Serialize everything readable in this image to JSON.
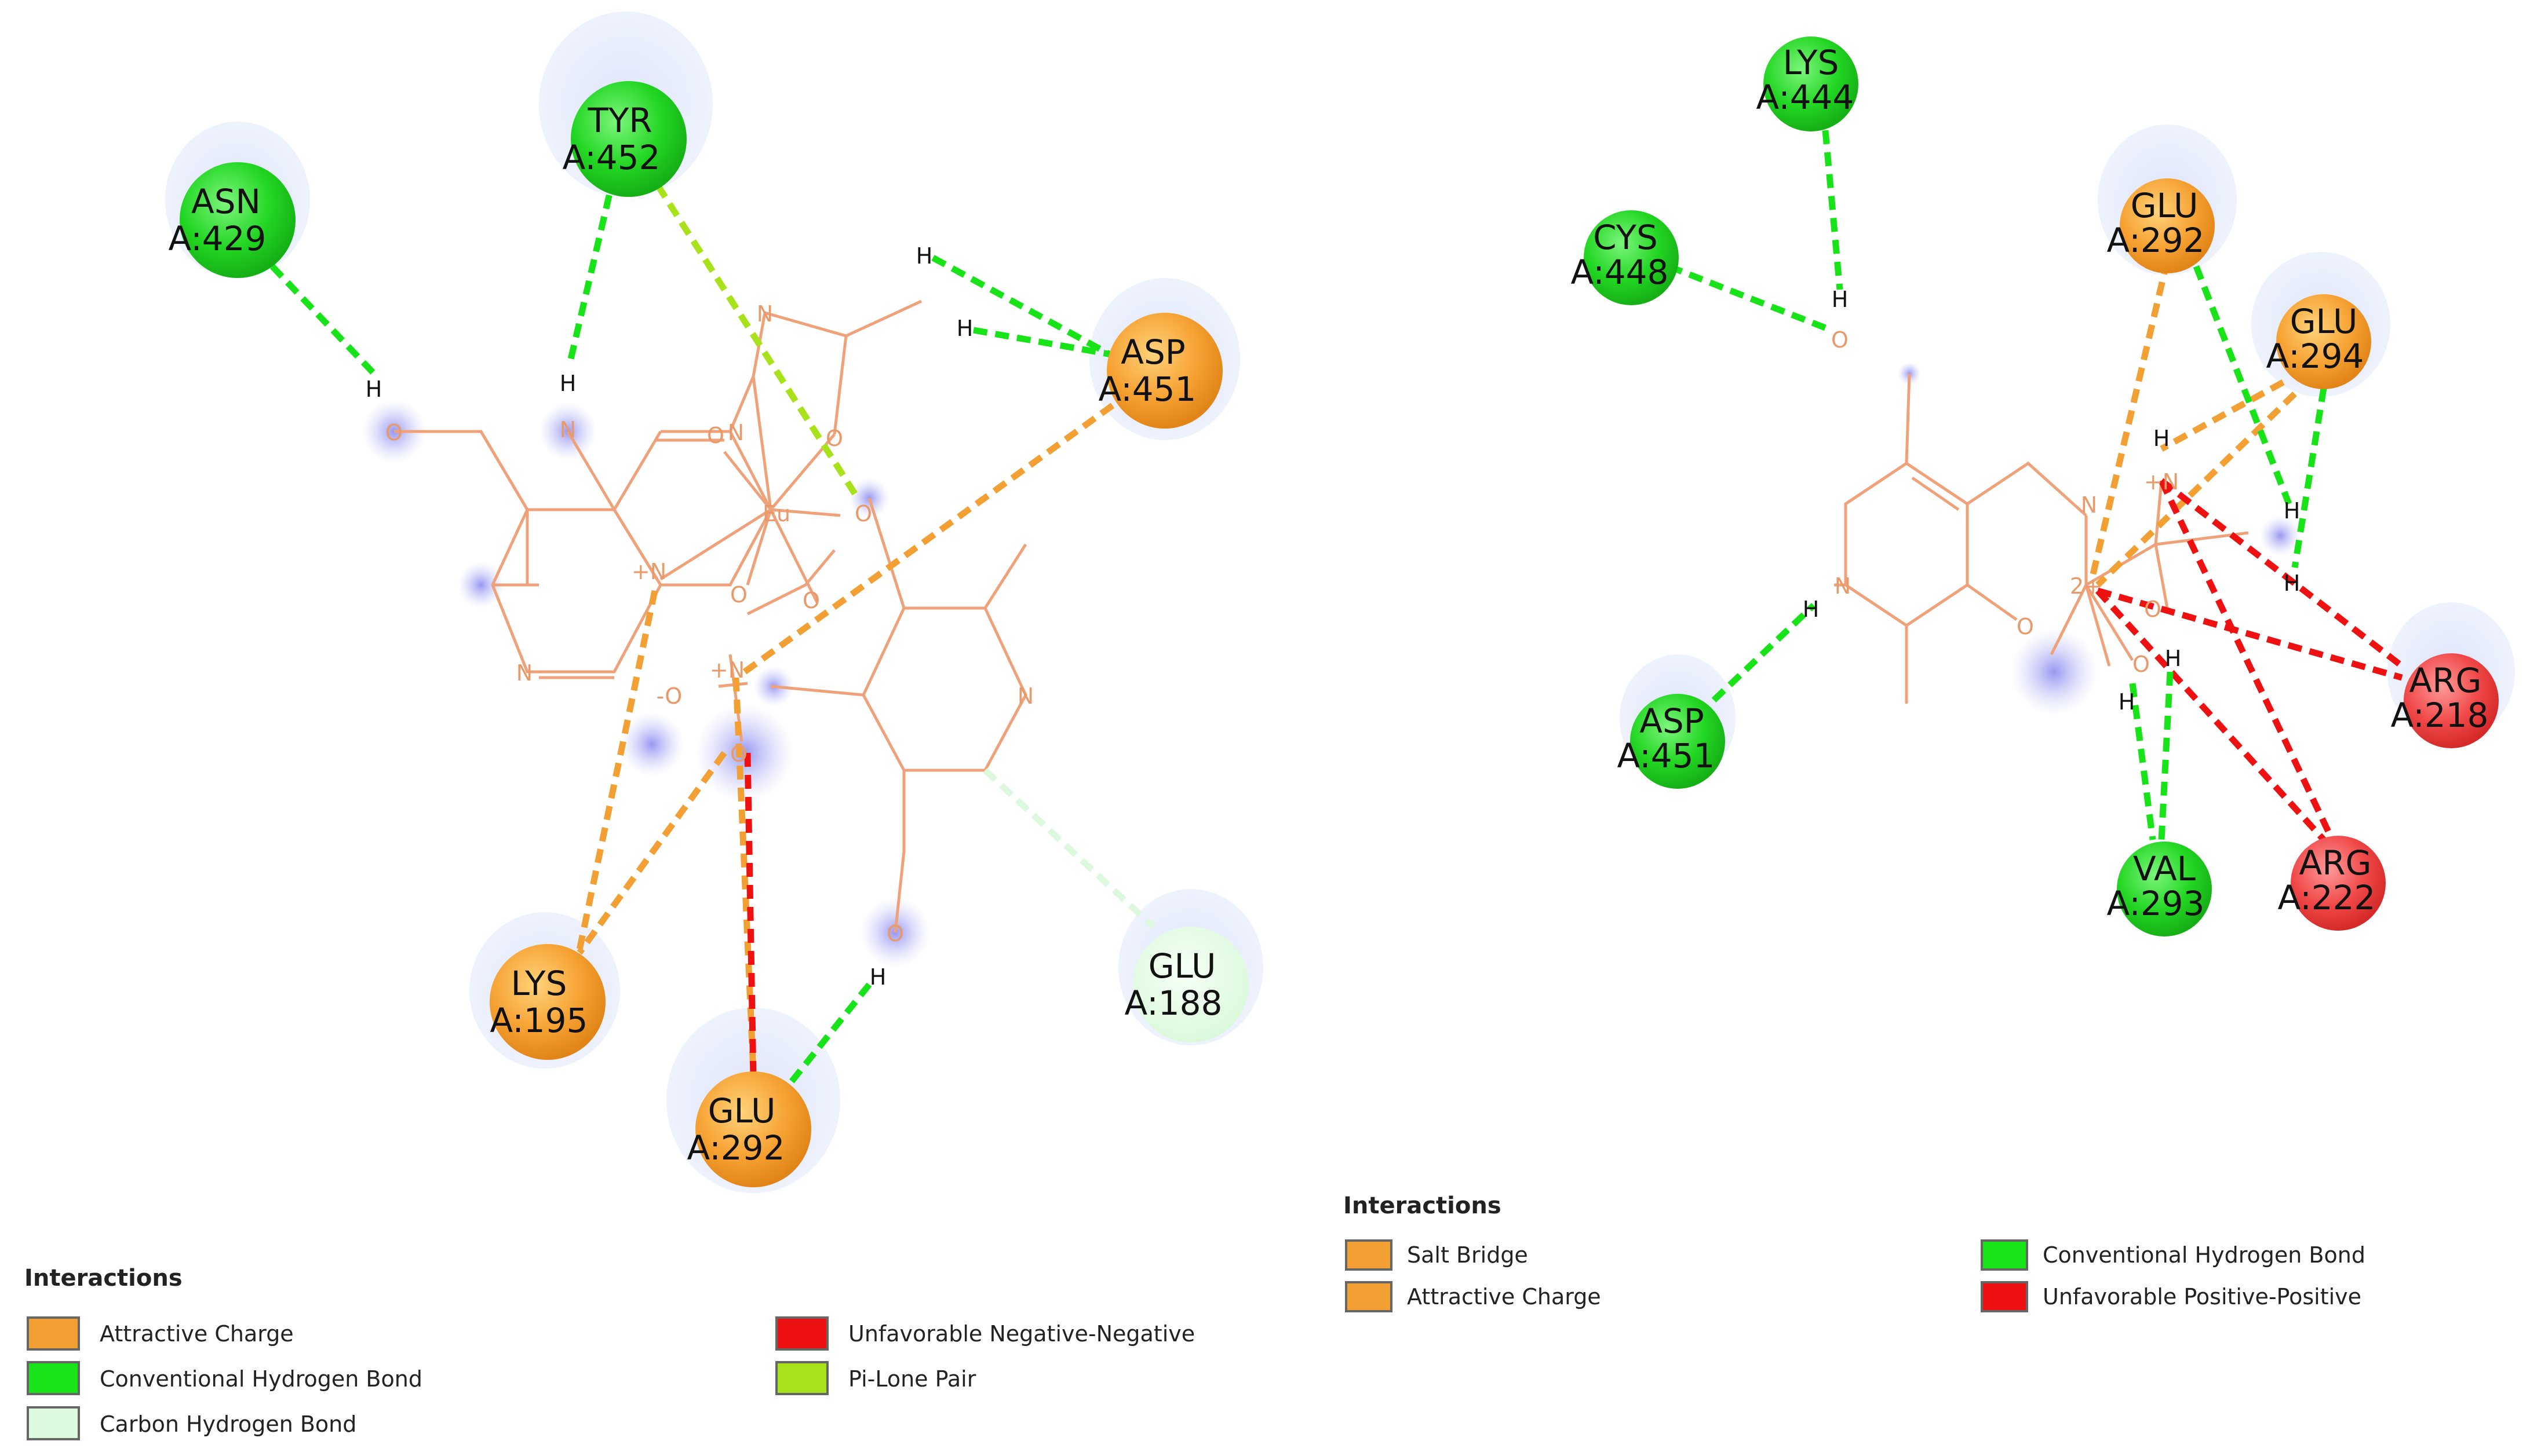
{
  "colors": {
    "attractive_charge": "#f2a033",
    "salt_bridge": "#f2a033",
    "conventional_hbond": "#18e318",
    "carbon_hbond": "#ddf9dd",
    "unfavorable_neg_neg": "#ee1111",
    "unfavorable_pos_pos": "#ee1111",
    "pi_lone_pair": "#a8e21a",
    "ligand_bond": "#efa27a"
  },
  "left_panel": {
    "residues": [
      {
        "id": "asn429",
        "name": "ASN",
        "pos": "A:429",
        "type": "green"
      },
      {
        "id": "tyr452",
        "name": "TYR",
        "pos": "A:452",
        "type": "green"
      },
      {
        "id": "asp451",
        "name": "ASP",
        "pos": "A:451",
        "type": "orange"
      },
      {
        "id": "lys195",
        "name": "LYS",
        "pos": "A:195",
        "type": "orange"
      },
      {
        "id": "glu292",
        "name": "GLU",
        "pos": "A:292",
        "type": "orange"
      },
      {
        "id": "glu188",
        "name": "GLU",
        "pos": "A:188",
        "type": "pale"
      }
    ],
    "atoms": [
      "O",
      "N",
      "N",
      "N",
      "N",
      "O",
      "O",
      "Eu",
      "O",
      "O",
      "+N",
      "O",
      "-O",
      "+N",
      "O",
      "-O",
      "N",
      "O"
    ],
    "hydrogens": [
      "H",
      "H",
      "H",
      "H",
      "H"
    ],
    "legend": {
      "title": "Interactions",
      "items": [
        {
          "label": "Attractive Charge",
          "color_key": "attractive_charge"
        },
        {
          "label": "Conventional Hydrogen Bond",
          "color_key": "conventional_hbond"
        },
        {
          "label": "Carbon Hydrogen Bond",
          "color_key": "carbon_hbond"
        },
        {
          "label": "Unfavorable Negative-Negative",
          "color_key": "unfavorable_neg_neg"
        },
        {
          "label": "Pi-Lone Pair",
          "color_key": "pi_lone_pair"
        }
      ]
    }
  },
  "right_panel": {
    "residues": [
      {
        "id": "lys444",
        "name": "LYS",
        "pos": "A:444",
        "type": "green"
      },
      {
        "id": "cys448",
        "name": "CYS",
        "pos": "A:448",
        "type": "green"
      },
      {
        "id": "glu292r",
        "name": "GLU",
        "pos": "A:292",
        "type": "orange"
      },
      {
        "id": "glu294",
        "name": "GLU",
        "pos": "A:294",
        "type": "orange"
      },
      {
        "id": "asp451r",
        "name": "ASP",
        "pos": "A:451",
        "type": "green"
      },
      {
        "id": "arg218",
        "name": "ARG",
        "pos": "A:218",
        "type": "red"
      },
      {
        "id": "arg222",
        "name": "ARG",
        "pos": "A:222",
        "type": "red"
      },
      {
        "id": "val293",
        "name": "VAL",
        "pos": "A:293",
        "type": "green"
      }
    ],
    "atoms": [
      "O",
      "N",
      "N",
      "2+",
      "O",
      "O",
      "O",
      "+N"
    ],
    "hydrogens": [
      "H",
      "H",
      "H",
      "H",
      "H",
      "H",
      "H"
    ],
    "legend": {
      "title": "Interactions",
      "items": [
        {
          "label": "Salt Bridge",
          "color_key": "salt_bridge"
        },
        {
          "label": "Attractive Charge",
          "color_key": "attractive_charge"
        },
        {
          "label": "Conventional Hydrogen Bond",
          "color_key": "conventional_hbond"
        },
        {
          "label": "Unfavorable Positive-Positive",
          "color_key": "unfavorable_pos_pos"
        }
      ]
    }
  }
}
